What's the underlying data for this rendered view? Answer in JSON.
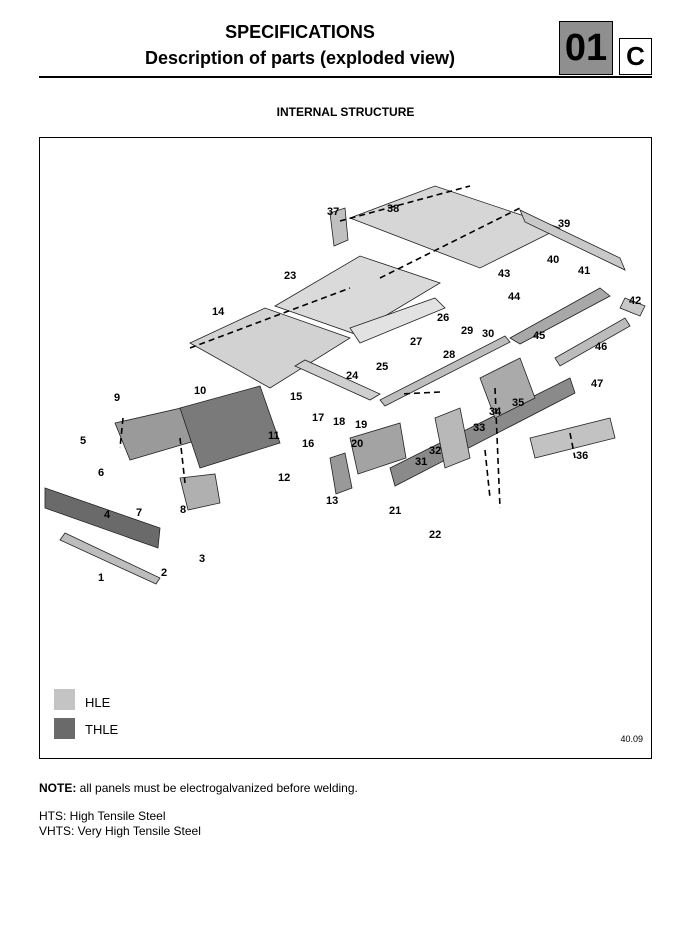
{
  "header": {
    "title": "SPECIFICATIONS",
    "subtitle": "Description of parts (exploded view)",
    "section_number": "01",
    "section_letter": "C"
  },
  "section_title": "INTERNAL STRUCTURE",
  "legend": {
    "hle_label": "HLE",
    "thle_label": "THLE",
    "hle_color": "#c4c4c4",
    "thle_color": "#6a6a6a"
  },
  "figure_ref": "40.09",
  "notes": {
    "note_label": "NOTE:",
    "note_text": " all panels must be electrogalvanized before welding.",
    "hts": "HTS: High Tensile Steel",
    "vhts": "VHTS: Very High Tensile Steel"
  },
  "part_numbers": [
    "1",
    "2",
    "3",
    "4",
    "5",
    "6",
    "7",
    "8",
    "9",
    "10",
    "11",
    "12",
    "13",
    "14",
    "15",
    "16",
    "17",
    "18",
    "19",
    "20",
    "21",
    "22",
    "23",
    "24",
    "25",
    "26",
    "27",
    "28",
    "29",
    "30",
    "31",
    "32",
    "33",
    "34",
    "35",
    "36",
    "37",
    "38",
    "39",
    "40",
    "41",
    "42",
    "43",
    "44",
    "45",
    "46",
    "47"
  ]
}
